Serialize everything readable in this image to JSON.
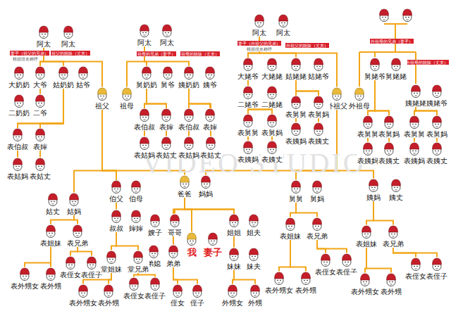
{
  "diagram": {
    "nodes": [
      {
        "text": [
          "阿太"
        ]
      },
      {
        "text": [
          "阿太"
        ]
      },
      {
        "text": [
          "阿太"
        ]
      },
      {
        "text": [
          "阿太"
        ]
      },
      {
        "text": [
          "阿太"
        ]
      },
      {
        "text": [
          "阿太"
        ]
      },
      {
        "text": [
          "大奶奶"
        ]
      },
      {
        "text": [
          "大爷"
        ]
      },
      {
        "text": [
          "姑奶奶"
        ]
      },
      {
        "text": [
          "姑爷"
        ]
      },
      {
        "text": [
          "二奶奶"
        ]
      },
      {
        "text": [
          "二爷"
        ]
      },
      {
        "text": [
          "祖父"
        ]
      },
      {
        "text": [
          "祖母"
        ]
      },
      {
        "text": [
          "舅奶奶"
        ]
      },
      {
        "text": [
          "舅爷"
        ]
      },
      {
        "text": [
          "姨奶奶"
        ]
      },
      {
        "text": [
          "姨爷"
        ]
      },
      {
        "text": [
          "表伯叔"
        ]
      },
      {
        "text": [
          "表婶"
        ]
      },
      {
        "text": [
          "表姑妈"
        ]
      },
      {
        "text": [
          "表姑丈"
        ]
      },
      {
        "text": [
          "表伯叔"
        ]
      },
      {
        "text": [
          "表婶"
        ]
      },
      {
        "text": [
          "表姑妈"
        ]
      },
      {
        "text": [
          "表姑丈"
        ]
      },
      {
        "text": [
          "表伯叔"
        ]
      },
      {
        "text": [
          "表婶"
        ]
      },
      {
        "text": [
          "表姑妈"
        ]
      },
      {
        "text": [
          "表姑丈"
        ]
      },
      {
        "text": [
          "大姥爷"
        ]
      },
      {
        "text": [
          "大姥姥"
        ]
      },
      {
        "text": [
          "姑姥姥"
        ]
      },
      {
        "text": [
          "姑姥爷"
        ]
      },
      {
        "text": [
          "二姥爷"
        ]
      },
      {
        "text": [
          "二姥姥"
        ]
      },
      {
        "text": [
          "外祖父"
        ]
      },
      {
        "text": [
          "外祖母"
        ]
      },
      {
        "text": [
          "舅姥爷"
        ]
      },
      {
        "text": [
          "舅姥姥"
        ]
      },
      {
        "text": [
          "姨姥姥"
        ]
      },
      {
        "text": [
          "姨姥爷"
        ]
      },
      {
        "text": [
          "表舅舅"
        ]
      },
      {
        "text": [
          "表舅妈"
        ]
      },
      {
        "text": [
          "表姨妈"
        ]
      },
      {
        "text": [
          "表姨丈"
        ]
      },
      {
        "text": [
          "表舅舅"
        ]
      },
      {
        "text": [
          "表舅妈"
        ]
      },
      {
        "text": [
          "表姨妈"
        ]
      },
      {
        "text": [
          "表姨丈"
        ]
      },
      {
        "text": [
          "表舅舅"
        ]
      },
      {
        "text": [
          "表舅妈"
        ]
      },
      {
        "text": [
          "表姨妈"
        ]
      },
      {
        "text": [
          "表姨丈"
        ]
      },
      {
        "text": [
          "表舅舅"
        ]
      },
      {
        "text": [
          "表舅妈"
        ]
      },
      {
        "text": [
          "表姨妈"
        ]
      },
      {
        "text": [
          "表姨丈"
        ]
      },
      {
        "text": [
          "姑丈"
        ]
      },
      {
        "text": [
          "姑妈"
        ]
      },
      {
        "text": [
          "伯父"
        ]
      },
      {
        "text": [
          "伯母"
        ]
      },
      {
        "text": [
          "叔叔"
        ]
      },
      {
        "text": [
          "婶婶"
        ]
      },
      {
        "text": [
          "爸爸"
        ]
      },
      {
        "text": [
          "妈妈"
        ]
      },
      {
        "text": [
          "舅舅"
        ]
      },
      {
        "text": [
          "舅妈"
        ]
      },
      {
        "text": [
          "姨妈"
        ]
      },
      {
        "text": [
          "姨丈"
        ]
      },
      {
        "text": [
          "表姐妹"
        ]
      },
      {
        "text": [
          "表兄弟"
        ]
      },
      {
        "text": [
          "嫂子"
        ]
      },
      {
        "text": [
          "哥哥"
        ]
      },
      {
        "text": [
          "我"
        ]
      },
      {
        "text": [
          "妻子"
        ]
      },
      {
        "text": [
          "姐姐"
        ]
      },
      {
        "text": [
          "姐夫"
        ]
      },
      {
        "text": [
          "弟媳"
        ]
      },
      {
        "text": [
          "弟弟"
        ]
      },
      {
        "text": [
          "妹妹"
        ]
      },
      {
        "text": [
          "妹夫"
        ]
      },
      {
        "text": [
          "表外甥女"
        ]
      },
      {
        "text": [
          "表外甥"
        ]
      },
      {
        "text": [
          "表侄女"
        ]
      },
      {
        "text": [
          "表侄子"
        ]
      },
      {
        "text": [
          "堂姐妹"
        ]
      },
      {
        "text": [
          "堂兄弟"
        ]
      },
      {
        "text": [
          "表外甥女"
        ]
      },
      {
        "text": [
          "表外甥"
        ]
      },
      {
        "text": [
          "表侄女"
        ]
      },
      {
        "text": [
          "表侄子"
        ]
      },
      {
        "text": [
          "侄女"
        ]
      },
      {
        "text": [
          "侄子"
        ]
      },
      {
        "text": [
          "外甥女"
        ]
      },
      {
        "text": [
          "外甥"
        ]
      },
      {
        "text": [
          "表姐妹"
        ]
      },
      {
        "text": [
          "表兄弟"
        ]
      },
      {
        "text": [
          "表外甥女"
        ]
      },
      {
        "text": [
          "表外甥"
        ]
      },
      {
        "text": [
          "表侄女"
        ]
      },
      {
        "text": [
          "表侄子"
        ]
      },
      {
        "text": [
          "表姐妹"
        ]
      },
      {
        "text": [
          "表兄弟"
        ]
      },
      {
        "text": [
          "表外甥女"
        ]
      },
      {
        "text": [
          "表外甥"
        ]
      },
      {
        "text": [
          "表侄女"
        ]
      },
      {
        "text": [
          "表侄子"
        ]
      }
    ],
    "edges": [
      {
        "from": 0,
        "to": 7,
        "arrow": "none"
      },
      {
        "from": 0,
        "to": 11,
        "arrow": "none"
      },
      {
        "from": 0,
        "to": 8,
        "arrow": "none"
      },
      {
        "from": 0,
        "to": 12,
        "arrow": "none"
      },
      {
        "from": 2,
        "to": 13,
        "arrow": "none"
      },
      {
        "from": 2,
        "to": 14,
        "arrow": "none"
      },
      {
        "from": 2,
        "to": 16,
        "arrow": "none"
      },
      {
        "from": 4,
        "to": 30,
        "arrow": "none"
      },
      {
        "from": 4,
        "to": 34,
        "arrow": "none"
      },
      {
        "from": 4,
        "to": 32,
        "arrow": "none"
      },
      {
        "from": 4,
        "to": 36,
        "arrow": "none"
      },
      {
        "from": 8,
        "to": 18,
        "arrow": "none"
      },
      {
        "from": 8,
        "to": 19,
        "arrow": "none"
      },
      {
        "from": 8,
        "to": 20,
        "arrow": "none"
      },
      {
        "from": 8,
        "to": 21,
        "arrow": "none"
      },
      {
        "from": 14,
        "to": 22,
        "arrow": "none"
      },
      {
        "from": 14,
        "to": 23,
        "arrow": "none"
      },
      {
        "from": 14,
        "to": 24,
        "arrow": "none"
      },
      {
        "from": 14,
        "to": 25,
        "arrow": "none"
      },
      {
        "from": 16,
        "to": 26,
        "arrow": "none"
      },
      {
        "from": 16,
        "to": 27,
        "arrow": "none"
      },
      {
        "from": 16,
        "to": 28,
        "arrow": "none"
      },
      {
        "from": 16,
        "to": 29,
        "arrow": "none"
      },
      {
        "from": 34,
        "to": 42,
        "arrow": "none"
      },
      {
        "from": 34,
        "to": 43,
        "arrow": "none"
      },
      {
        "from": 34,
        "to": 44,
        "arrow": "none"
      },
      {
        "from": 34,
        "to": 45,
        "arrow": "none"
      },
      {
        "from": 32,
        "to": 46,
        "arrow": "none"
      },
      {
        "from": 32,
        "to": 47,
        "arrow": "none"
      },
      {
        "from": 32,
        "to": 48,
        "arrow": "none"
      },
      {
        "from": 32,
        "to": 49,
        "arrow": "none"
      },
      {
        "from": 38,
        "to": 50,
        "arrow": "none"
      },
      {
        "from": 38,
        "to": 51,
        "arrow": "none"
      },
      {
        "from": 38,
        "to": 52,
        "arrow": "none"
      },
      {
        "from": 38,
        "to": 53,
        "arrow": "none"
      },
      {
        "from": 40,
        "to": 54,
        "arrow": "none"
      },
      {
        "from": 40,
        "to": 55,
        "arrow": "none"
      },
      {
        "from": 40,
        "to": 56,
        "arrow": "none"
      },
      {
        "from": 40,
        "to": 57,
        "arrow": "none"
      },
      {
        "from": 12,
        "to": 59,
        "arrow": "none"
      },
      {
        "from": 12,
        "to": 60,
        "arrow": "none"
      },
      {
        "from": 12,
        "to": 62,
        "arrow": "none"
      },
      {
        "from": 12,
        "to": 64,
        "arrow": "none"
      },
      {
        "from": 36,
        "to": 65,
        "arrow": "none"
      },
      {
        "from": 36,
        "to": 66,
        "arrow": "none"
      },
      {
        "from": 36,
        "to": 68,
        "arrow": "none"
      },
      {
        "from": 59,
        "to": 70,
        "arrow": "none"
      },
      {
        "from": 59,
        "to": 71,
        "arrow": "none"
      },
      {
        "from": 64,
        "to": 73,
        "arrow": "none"
      },
      {
        "from": 64,
        "to": 74,
        "arrow": "none"
      },
      {
        "from": 64,
        "to": 76,
        "arrow": "none"
      },
      {
        "from": 64,
        "to": 79,
        "arrow": "none"
      },
      {
        "from": 64,
        "to": 80,
        "arrow": "none"
      },
      {
        "from": 62,
        "to": 86,
        "arrow": "none"
      },
      {
        "from": 62,
        "to": 87,
        "arrow": "none"
      },
      {
        "from": 70,
        "to": 82,
        "arrow": "none"
      },
      {
        "from": 70,
        "to": 83,
        "arrow": "none"
      },
      {
        "from": 71,
        "to": 84,
        "arrow": "none"
      },
      {
        "from": 71,
        "to": 85,
        "arrow": "none"
      },
      {
        "from": 86,
        "to": 88,
        "arrow": "none"
      },
      {
        "from": 86,
        "to": 89,
        "arrow": "none"
      },
      {
        "from": 87,
        "to": 90,
        "arrow": "none"
      },
      {
        "from": 87,
        "to": 91,
        "arrow": "none"
      },
      {
        "from": 79,
        "to": 92,
        "arrow": "none"
      },
      {
        "from": 79,
        "to": 93,
        "arrow": "none"
      },
      {
        "from": 80,
        "to": 94,
        "arrow": "none"
      },
      {
        "from": 80,
        "to": 95,
        "arrow": "none"
      },
      {
        "from": 66,
        "to": 96,
        "arrow": "none"
      },
      {
        "from": 66,
        "to": 97,
        "arrow": "none"
      },
      {
        "from": 96,
        "to": 98,
        "arrow": "none"
      },
      {
        "from": 96,
        "to": 99,
        "arrow": "none"
      },
      {
        "from": 97,
        "to": 100,
        "arrow": "none"
      },
      {
        "from": 97,
        "to": 101,
        "arrow": "none"
      },
      {
        "from": 68,
        "to": 102,
        "arrow": "none"
      },
      {
        "from": 68,
        "to": 103,
        "arrow": "none"
      },
      {
        "from": 102,
        "to": 104,
        "arrow": "none"
      },
      {
        "from": 102,
        "to": 105,
        "arrow": "none"
      },
      {
        "from": 103,
        "to": 106,
        "arrow": "none"
      },
      {
        "from": 103,
        "to": 107,
        "arrow": "none"
      }
    ],
    "labels": [
      "妻子（祖父的兄弟）",
      "根据排名称呼",
      "祖父的姐妹（丈夫）",
      "祖母的兄弟（妻子）",
      "祖母的姐妹（丈夫）",
      "妻子（外祖父的兄弟）",
      "根据排名称呼",
      "外祖父的姐妹（丈夫）",
      "外祖母的兄弟（妻子）",
      "外祖母的姐妹（丈夫）",
      "VIDEO STUDIO"
    ]
  }
}
